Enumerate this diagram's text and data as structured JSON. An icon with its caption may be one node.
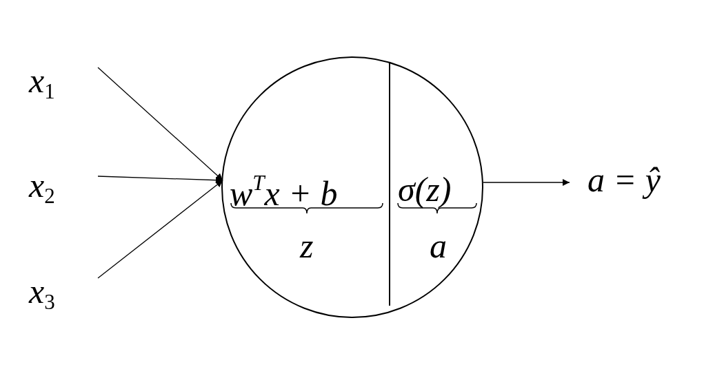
{
  "diagram": {
    "nodes": [
      {
        "text": [
          "x$_{1}$"
        ]
      },
      {
        "text": [
          "x$_{2}$"
        ]
      },
      {
        "text": [
          "x$_{3}$"
        ]
      },
      {
        "text": [
          "w$^{T}$x + b",
          "σ(z)",
          "z",
          "a"
        ]
      },
      {
        "text": [
          "a = ŷ"
        ]
      }
    ],
    "edges": [
      {
        "from": 0,
        "to": 3,
        "arrow": "to"
      },
      {
        "from": 1,
        "to": 3,
        "arrow": "to"
      },
      {
        "from": 2,
        "to": 3,
        "arrow": "to"
      },
      {
        "from": 3,
        "to": 4,
        "arrow": "to"
      }
    ]
  }
}
